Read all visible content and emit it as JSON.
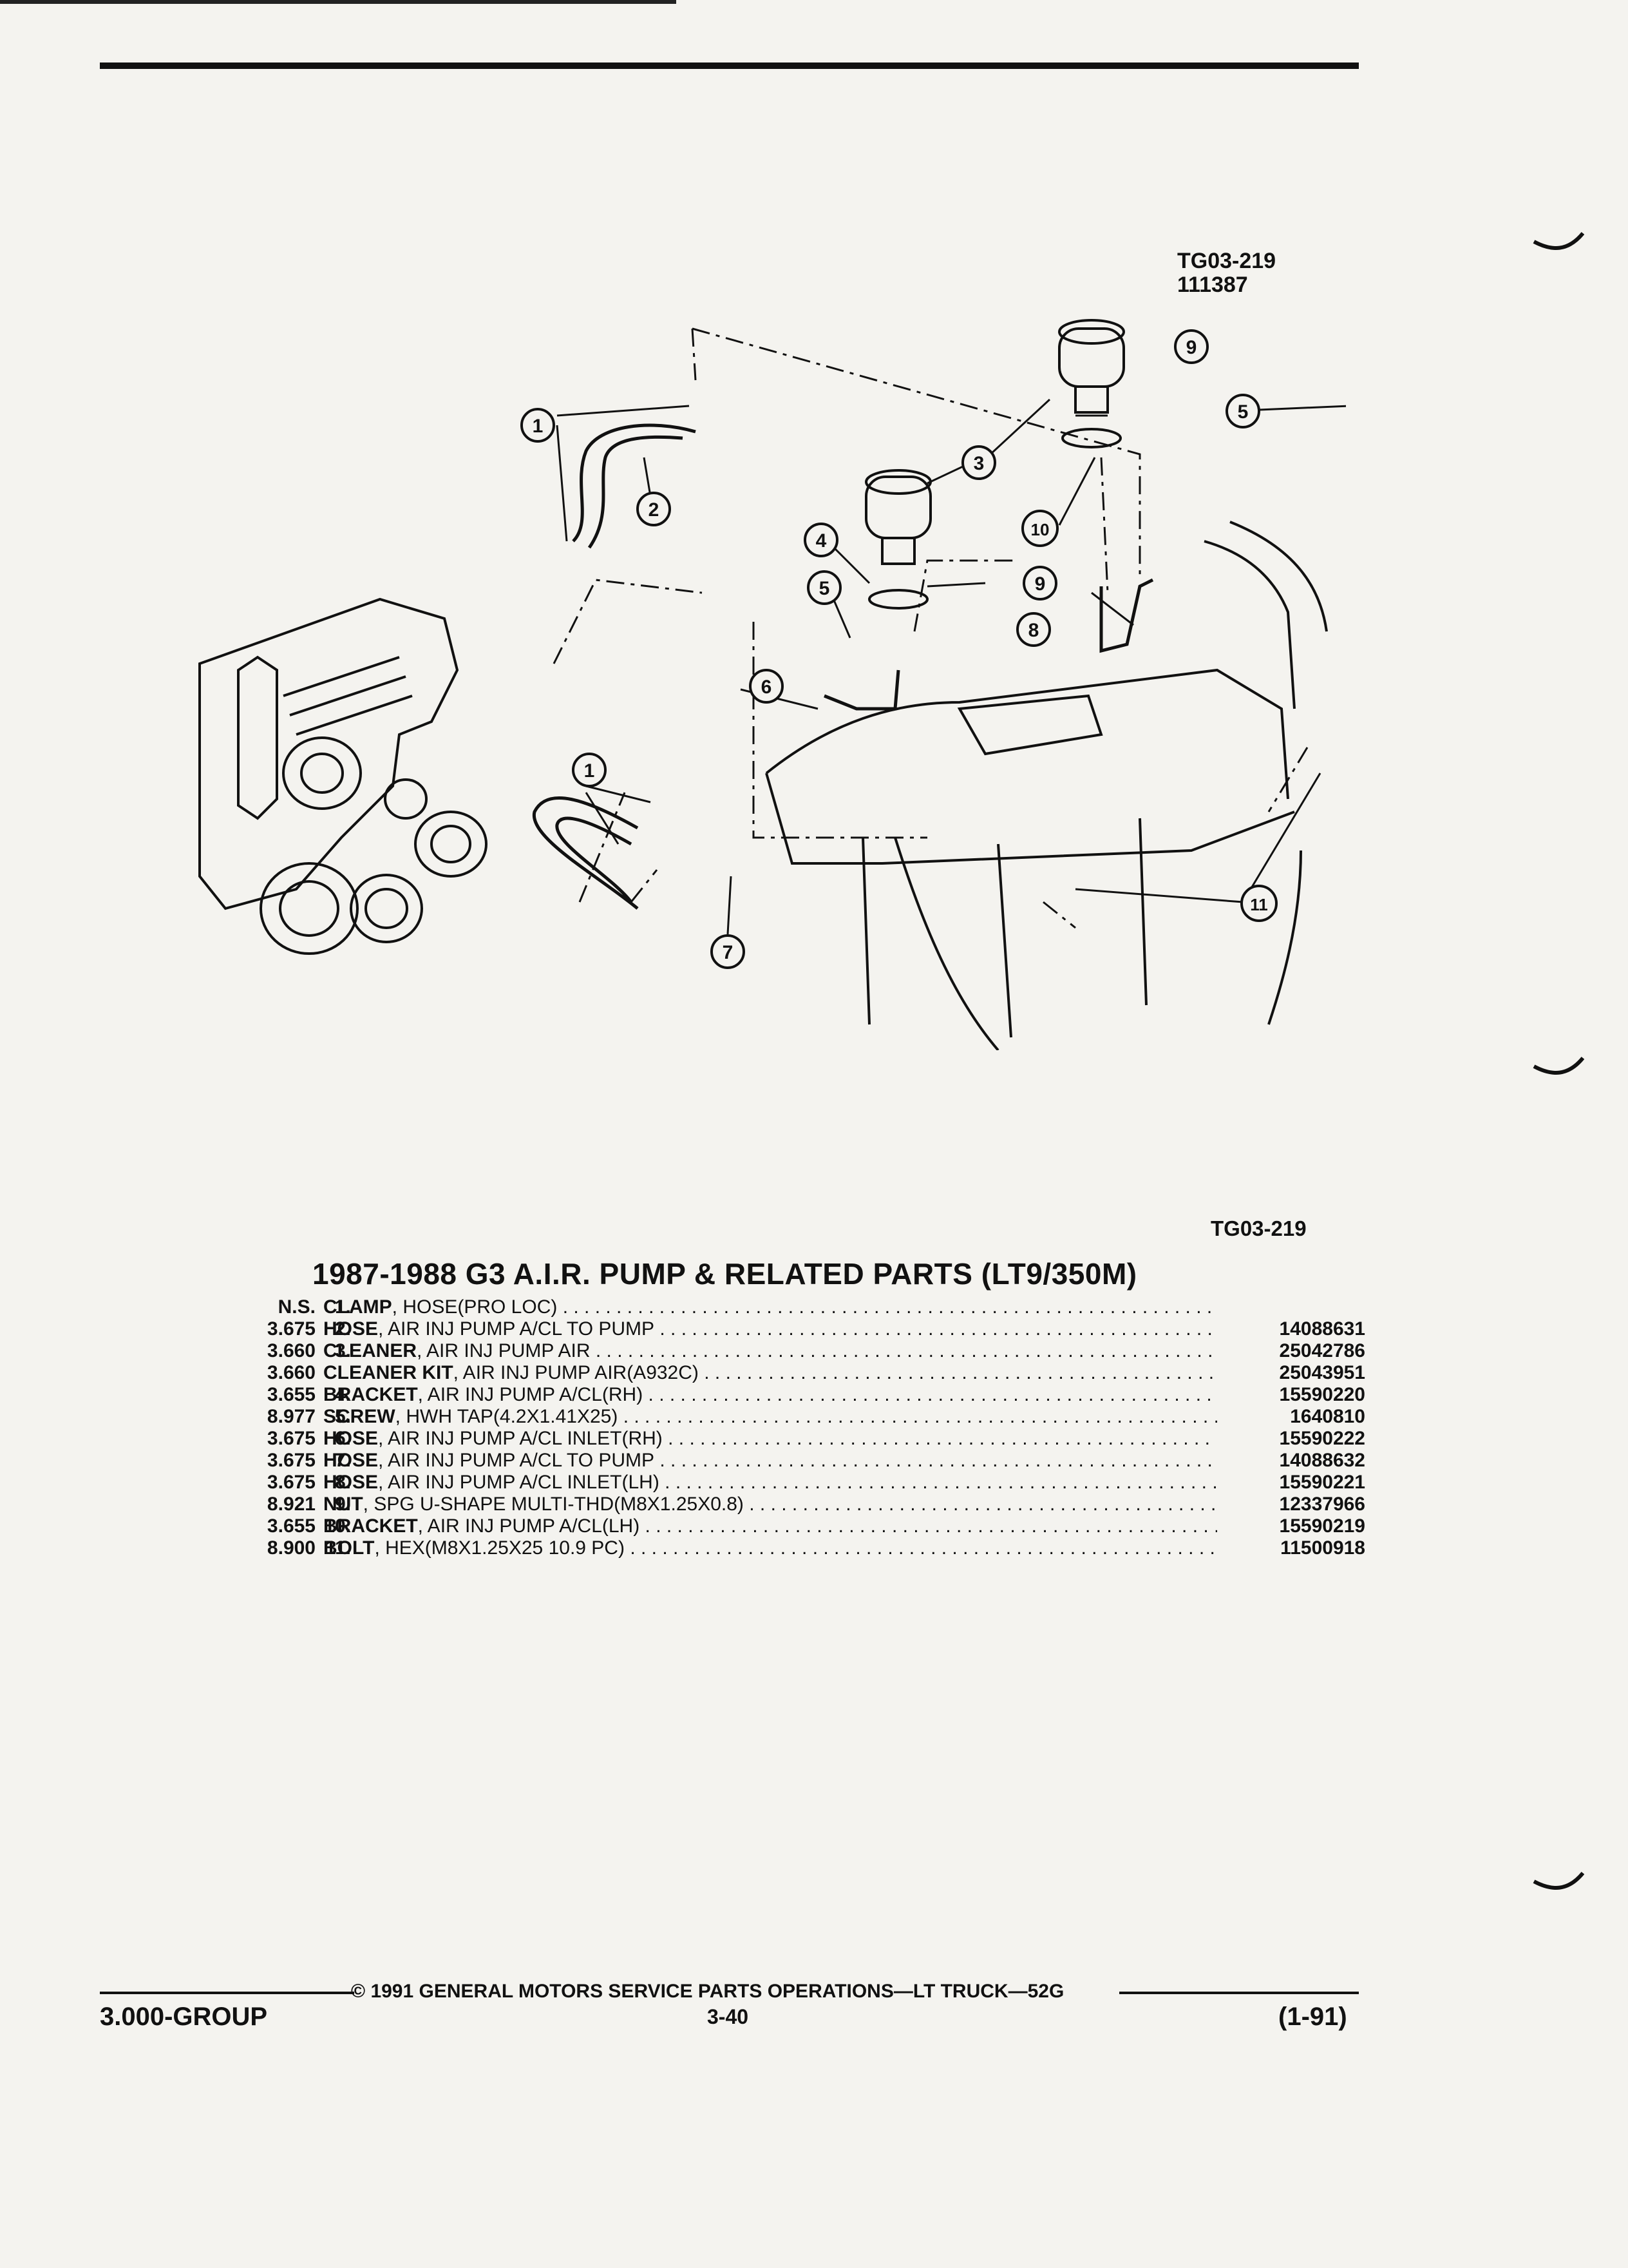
{
  "header": {
    "figure_ref": "TG03-219",
    "figure_date": "111387"
  },
  "diagram": {
    "callouts": [
      "1",
      "2",
      "3",
      "4",
      "5",
      "6",
      "7",
      "8",
      "9",
      "10",
      "11"
    ]
  },
  "figure_code": "TG03-219",
  "section_title": "1987-1988 G3 A.I.R. PUMP & RELATED PARTS (LT9/350M)",
  "parts": [
    {
      "num": "1.",
      "group": "N.S.",
      "name": "CLAMP",
      "desc": ", HOSE(PRO LOC)",
      "part_no": ""
    },
    {
      "num": "2.",
      "group": "3.675",
      "name": "HOSE",
      "desc": ", AIR INJ PUMP A/CL TO PUMP",
      "part_no": "14088631"
    },
    {
      "num": "3.",
      "group": "3.660",
      "name": "CLEANER",
      "desc": ", AIR INJ PUMP AIR",
      "part_no": "25042786"
    },
    {
      "num": "",
      "group": "3.660",
      "name": "CLEANER KIT",
      "desc": ", AIR INJ PUMP AIR(A932C)",
      "part_no": "25043951"
    },
    {
      "num": "4.",
      "group": "3.655",
      "name": "BRACKET",
      "desc": ", AIR INJ PUMP A/CL(RH)",
      "part_no": "15590220"
    },
    {
      "num": "5.",
      "group": "8.977",
      "name": "SCREW",
      "desc": ", HWH TAP(4.2X1.41X25)",
      "part_no": "1640810"
    },
    {
      "num": "6.",
      "group": "3.675",
      "name": "HOSE",
      "desc": ", AIR INJ PUMP A/CL INLET(RH)",
      "part_no": "15590222"
    },
    {
      "num": "7.",
      "group": "3.675",
      "name": "HOSE",
      "desc": ", AIR INJ PUMP A/CL TO PUMP",
      "part_no": "14088632"
    },
    {
      "num": "8.",
      "group": "3.675",
      "name": "HOSE",
      "desc": ", AIR INJ PUMP A/CL INLET(LH)",
      "part_no": "15590221"
    },
    {
      "num": "9.",
      "group": "8.921",
      "name": "NUT",
      "desc": ", SPG U-SHAPE MULTI-THD(M8X1.25X0.8)",
      "part_no": "12337966"
    },
    {
      "num": "10.",
      "group": "3.655",
      "name": "BRACKET",
      "desc": ", AIR INJ PUMP A/CL(LH)",
      "part_no": "15590219"
    },
    {
      "num": "11.",
      "group": "8.900",
      "name": "BOLT",
      "desc": ", HEX(M8X1.25X25 10.9 PC)",
      "part_no": "11500918"
    }
  ],
  "footer": {
    "copyright": "© 1991 GENERAL MOTORS SERVICE PARTS OPERATIONS—LT TRUCK—52G",
    "group": "3.000-GROUP",
    "page": "3-40",
    "date": "(1-91)"
  }
}
